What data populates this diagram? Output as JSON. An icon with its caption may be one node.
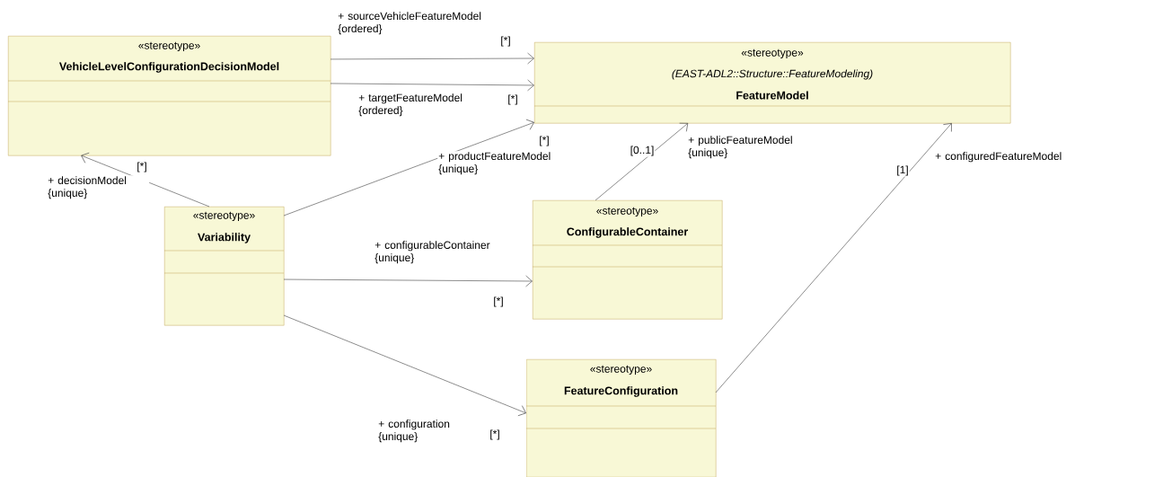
{
  "diagram": {
    "nodes": [
      {
        "text": [
          "«stereotype»",
          "VehicleLevelConfigurationDecisionModel"
        ]
      },
      {
        "text": [
          "«stereotype»",
          "(EAST-ADL2::Structure::FeatureModeling)",
          "FeatureModel"
        ]
      },
      {
        "text": [
          "«stereotype»",
          "Variability"
        ]
      },
      {
        "text": [
          "«stereotype»",
          "ConfigurableContainer"
        ]
      },
      {
        "text": [
          "«stereotype»",
          "FeatureConfiguration"
        ]
      }
    ],
    "edges": [
      {
        "from": 0,
        "to": 1,
        "arrow": "to",
        "label": "+ sourceVehicleFeatureModel {ordered}"
      },
      {
        "from": 0,
        "to": 1,
        "arrow": "to",
        "label": "+ targetFeatureModel {ordered}"
      },
      {
        "from": 2,
        "to": 0,
        "arrow": "to",
        "label": "+ decisionModel {unique}"
      },
      {
        "from": 2,
        "to": 1,
        "arrow": "to",
        "label": "+ productFeatureModel {unique}"
      },
      {
        "from": 3,
        "to": 1,
        "arrow": "to",
        "label": "+ publicFeatureModel {unique}"
      },
      {
        "from": 2,
        "to": 3,
        "arrow": "to",
        "label": "+ configurableContainer {unique}"
      },
      {
        "from": 2,
        "to": 4,
        "arrow": "to",
        "label": "+ configuration {unique}"
      },
      {
        "from": 4,
        "to": 1,
        "arrow": "to",
        "label": "+ configuredFeatureModel"
      }
    ],
    "labels": [
      "[*]",
      "[*]",
      "[*]",
      "[*]",
      "[0..1]",
      "[1]",
      "[*]",
      "[*]"
    ]
  }
}
